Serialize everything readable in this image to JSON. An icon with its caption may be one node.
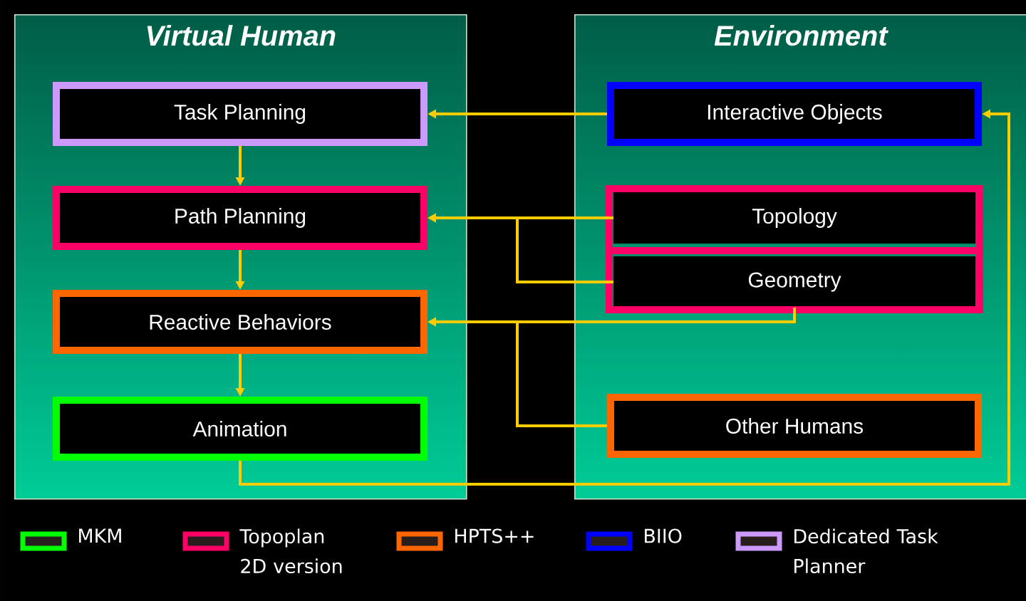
{
  "diagram": {
    "nodes": [
      {
        "text": [
          "Virtual Human"
        ]
      },
      {
        "text": [
          "Task Planning"
        ],
        "in": 0
      },
      {
        "text": [
          "Path Planning"
        ],
        "in": 0
      },
      {
        "text": [
          "Reactive Behaviors"
        ],
        "in": 0
      },
      {
        "text": [
          "Animation"
        ],
        "in": 0
      },
      {
        "text": [
          "Environment"
        ]
      },
      {
        "text": [
          "Interactive Objects"
        ],
        "in": 5
      },
      {
        "text": [
          "Topology"
        ],
        "in": 5
      },
      {
        "text": [
          "Geometry"
        ],
        "in": 5
      },
      {
        "text": [
          "Other Humans"
        ],
        "in": 5
      }
    ],
    "edges": [
      {
        "from": 1,
        "to": 2,
        "arrow": "to"
      },
      {
        "from": 2,
        "to": 3,
        "arrow": "to"
      },
      {
        "from": 3,
        "to": 4,
        "arrow": "to"
      },
      {
        "from": 6,
        "to": 1,
        "arrow": "to"
      },
      {
        "from": 7,
        "to": 2,
        "arrow": "to"
      },
      {
        "from": 8,
        "to": 2,
        "arrow": "to"
      },
      {
        "from": 8,
        "to": 3,
        "arrow": "to"
      },
      {
        "from": 9,
        "to": 3,
        "arrow": "to"
      },
      {
        "from": 4,
        "to": 6,
        "arrow": "to"
      }
    ],
    "legend": [
      {
        "text": "MKM",
        "color": "#00ff00"
      },
      {
        "text": "Topoplan 2D version",
        "color": "#ff0066"
      },
      {
        "text": "HPTS++",
        "color": "#ff6600"
      },
      {
        "text": "BIIO",
        "color": "#0000ff"
      },
      {
        "text": "Dedicated Task Planner",
        "color": "#cc99ff"
      }
    ]
  }
}
